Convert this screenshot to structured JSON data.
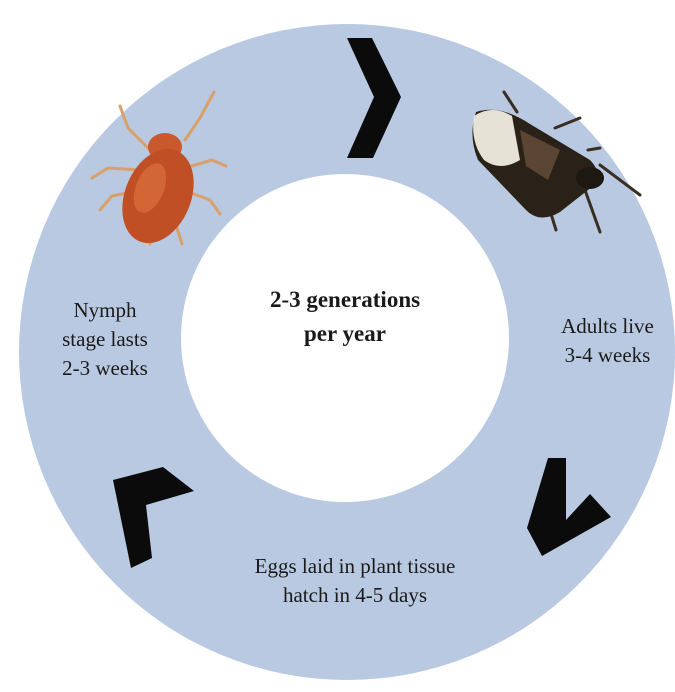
{
  "center": {
    "line1": "2-3 generations",
    "line2": "per year"
  },
  "stages": {
    "nymph": {
      "line1": "Nymph",
      "line2": "stage lasts",
      "line3": "2-3 weeks"
    },
    "adult": {
      "line1": "Adults live",
      "line2": "3-4 weeks"
    },
    "egg": {
      "line1": "Eggs laid in plant tissue",
      "line2": "hatch in 4-5 days"
    }
  },
  "colors": {
    "ring": "#b8c9e1",
    "arrow": "#0b0b0b",
    "text": "#1a1a1a",
    "nymph_body": "#c8552a",
    "adult_body": "#2a2118"
  },
  "arrows": [
    {
      "name": "arrow-top-icon",
      "points_to": "adult"
    },
    {
      "name": "arrow-bottom-right-icon",
      "points_to": "egg"
    },
    {
      "name": "arrow-bottom-left-icon",
      "points_to": "nymph"
    }
  ]
}
